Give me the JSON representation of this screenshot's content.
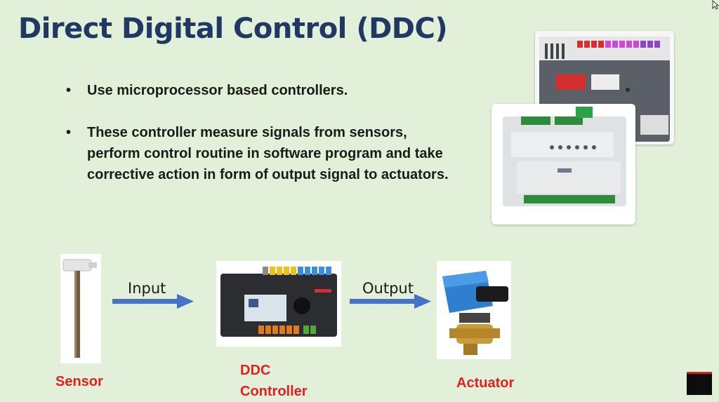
{
  "slide": {
    "title": "Direct Digital Control (DDC)",
    "bullets": [
      {
        "text": "Use microprocessor based controllers."
      },
      {
        "text": "These controller measure signals from sensors, perform control routine in software program and take corrective action in form of output signal to actuators."
      }
    ]
  },
  "diagram": {
    "input_label": "Input",
    "output_label": "Output",
    "sensor_caption": "Sensor",
    "controller_caption_line1": "DDC",
    "controller_caption_line2": "Controller",
    "actuator_caption": "Actuator"
  },
  "colors": {
    "background": "#e2f0d9",
    "title": "#1f3864",
    "arrow": "#4472c4",
    "caption": "#e02020"
  },
  "icons": [
    "bullet-dot",
    "arrow-right",
    "cursor-icon"
  ]
}
